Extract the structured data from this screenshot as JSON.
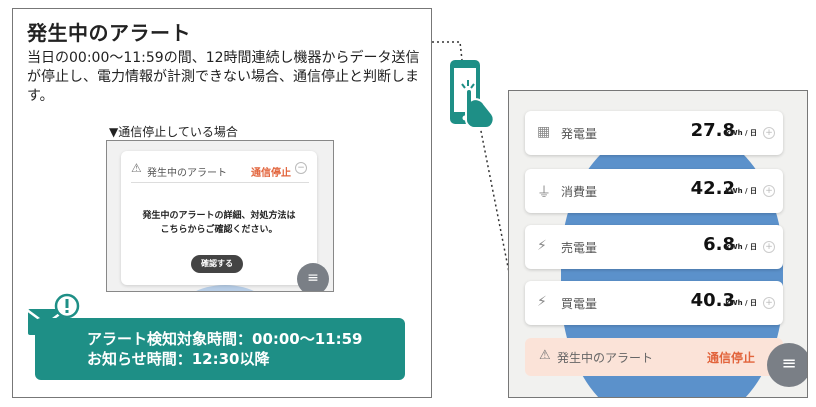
{
  "left": {
    "title": "発生中のアラート",
    "description": "当日の00:00～11:59の間、12時間連続し機器からデータ送信が停止し、電力情報が計測できない場合、通信停止と判断します。",
    "caption": "▼通信停止している場合",
    "mini": {
      "alert_label": "発生中のアラート",
      "alert_status": "通信停止",
      "message_line1": "発生中のアラートの詳細、対処方法は",
      "message_line2": "こちらからご確認ください。",
      "button_label": "確認する"
    },
    "banner": {
      "line1": "アラート検知対象時間：00:00～11:59",
      "line2": "お知らせ時間：12:30以降"
    }
  },
  "right": {
    "cards": [
      {
        "icon": "solar-panel-icon",
        "label": "発電量",
        "value": "27.8",
        "unit": "kWh / 日"
      },
      {
        "icon": "plug-icon",
        "label": "消費量",
        "value": "42.2",
        "unit": "kWh / 日"
      },
      {
        "icon": "tower-sell-icon",
        "label": "売電量",
        "value": "6.8",
        "unit": "kWh / 日"
      },
      {
        "icon": "tower-buy-icon",
        "label": "買電量",
        "value": "40.3",
        "unit": "kWh / 日"
      }
    ],
    "alert": {
      "label": "発生中のアラート",
      "status": "通信停止"
    }
  },
  "colors": {
    "accent": "#1e8f86",
    "alert": "#e2643c",
    "alert_bg": "#fbe3d8"
  }
}
